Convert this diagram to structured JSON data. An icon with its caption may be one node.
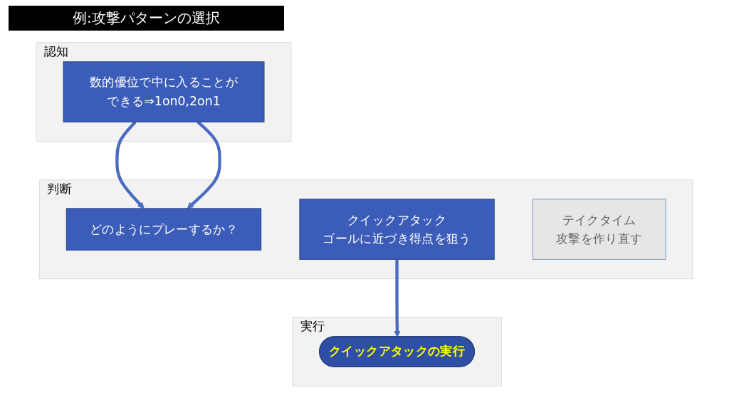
{
  "diagram": {
    "title": "例:攻撃パターンの選択",
    "nodes": [
      {
        "text": [
          "認知"
        ]
      },
      {
        "text": [
          "数的優位で中に入ることができる⇒1on0,2on1"
        ],
        "in": 0
      },
      {
        "text": [
          "判断"
        ]
      },
      {
        "text": [
          "どのようにプレーするか？"
        ],
        "in": 2
      },
      {
        "text": [
          "クイックアタック",
          "ゴールに近づき得点を狙う"
        ],
        "in": 2
      },
      {
        "text": [
          "テイクタイム",
          "攻撃を作り直す"
        ],
        "in": 2
      },
      {
        "text": [
          "実行"
        ]
      },
      {
        "text": [
          "クイックアタックの実行"
        ],
        "in": 6
      }
    ],
    "edges": [
      {
        "from": 1,
        "to": 3,
        "arrow": "to"
      },
      {
        "from": 1,
        "to": 3,
        "arrow": "to"
      },
      {
        "from": 4,
        "to": 7,
        "arrow": "to"
      }
    ]
  }
}
